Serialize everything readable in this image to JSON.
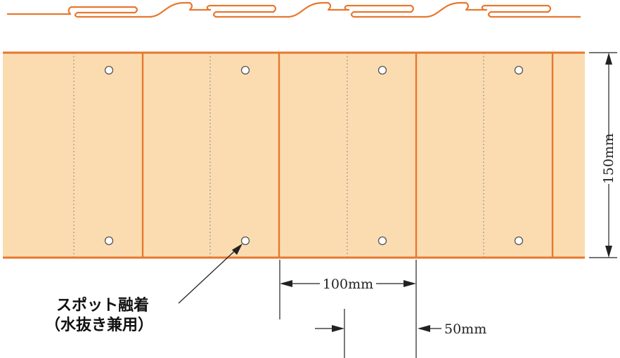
{
  "colors": {
    "fill": "#fbdcb0",
    "line": "#e8772e",
    "hole": "#ffffff",
    "dim": "#222222"
  },
  "panels": [
    {
      "fold": "dotted",
      "hole_top": true,
      "hole_bottom": true
    },
    {
      "fold": "solid",
      "hole_top": true,
      "hole_bottom": true
    },
    {
      "fold": "solid",
      "hole_top": true,
      "hole_bottom": true
    },
    {
      "fold": "solid",
      "hole_top": true,
      "hole_bottom": true
    }
  ],
  "labels": {
    "height": "150mm",
    "pitch": "100mm",
    "overlap": "50mm",
    "callout_line1": "スポット融着",
    "callout_line2": "（水抜き兼用）"
  }
}
